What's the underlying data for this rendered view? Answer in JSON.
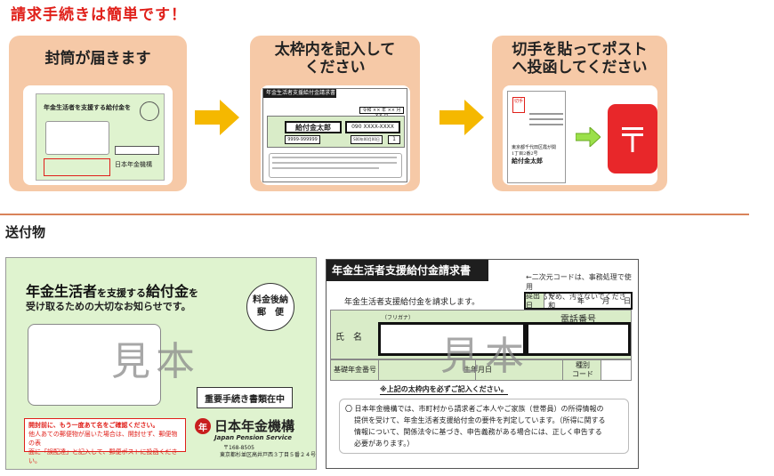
{
  "headline": "請求手続きは簡単です！",
  "steps": [
    {
      "title": "封筒が届きます"
    },
    {
      "title_line1": "太枠内を記入して",
      "title_line2": "ください"
    },
    {
      "title_line1": "切手を貼ってポスト",
      "title_line2": "へ投函してください"
    }
  ],
  "section_label": "送付物",
  "envelope": {
    "title_a": "年金生活者",
    "title_b": "を支援する",
    "title_c": "給付金",
    "title_d": "を",
    "subtitle": "受け取るための大切なお知らせです。",
    "postage_line1": "料金後納",
    "postage_line2": "郵　便",
    "watermark": "見本",
    "important": "重要手続き書類在中",
    "notice_line1": "開封前に、もう一度あて名をご確認ください。",
    "notice_line2": "他人あての郵便物が届いた場合は、開封せず、郵便物の表",
    "notice_line3": "面に「誤配達」と記入して、郵便ポストに投函ください。",
    "org_name": "日本年金機構",
    "org_name_en": "Japan Pension Service",
    "org_mark": "年",
    "postal": "〒168-8505",
    "address": "東京都杉並区高井戸西３丁目５番２４号"
  },
  "form": {
    "title": "年金生活者支援給付金請求書",
    "qr_note_line1": "←二次元コードは、事務処理で使用",
    "qr_note_line2": "するため、汚さないでください。",
    "request_text": "年金生活者支援給付金を請求します。",
    "submit_date_label": "提出日",
    "era": "令和",
    "year": "年",
    "month": "月",
    "day": "日",
    "furigana": "（フリガナ）",
    "phone_label": "電話番号",
    "name_label": "氏　名",
    "pension_no_label": "基礎年金番号",
    "birthdate_label": "生年月日",
    "type_label_line1": "種別",
    "type_label_line2": "コード",
    "watermark": "見本",
    "fill_note": "※上記の太枠内を必ずご記入ください。",
    "info_line1": "〇 日本年金機構では、市町村から請求者ご本人やご家族（世帯員）の所得情報の",
    "info_line2": "提供を受けて、年金生活者支援給付金の要件を判定しています。（所得に関する",
    "info_line3": "情報について、関係法令に基づき、申告義務がある場合には、正しく申告する",
    "info_line4": "必要があります。）"
  },
  "sample_fill": {
    "name": "給付金太郎",
    "phone": "090 XXXX-XXXX",
    "pension_no": "9999-999999",
    "birth": "S00年00月00日",
    "type": "1",
    "date": "令和 ×× 年 ×× 月 ×× 日",
    "addr_line1": "東京都千代田区霞が関",
    "addr_line2": "1丁目2番2号",
    "addressee": "給付金太郎",
    "stamp": "切手"
  },
  "colors": {
    "accent": "#e0201a",
    "step_bg": "#f6c9a7",
    "arrow": "#f5b800",
    "envelope_green": "#dff3cf",
    "form_header": "#1e1e1e",
    "postbox_red": "#e8272a"
  }
}
